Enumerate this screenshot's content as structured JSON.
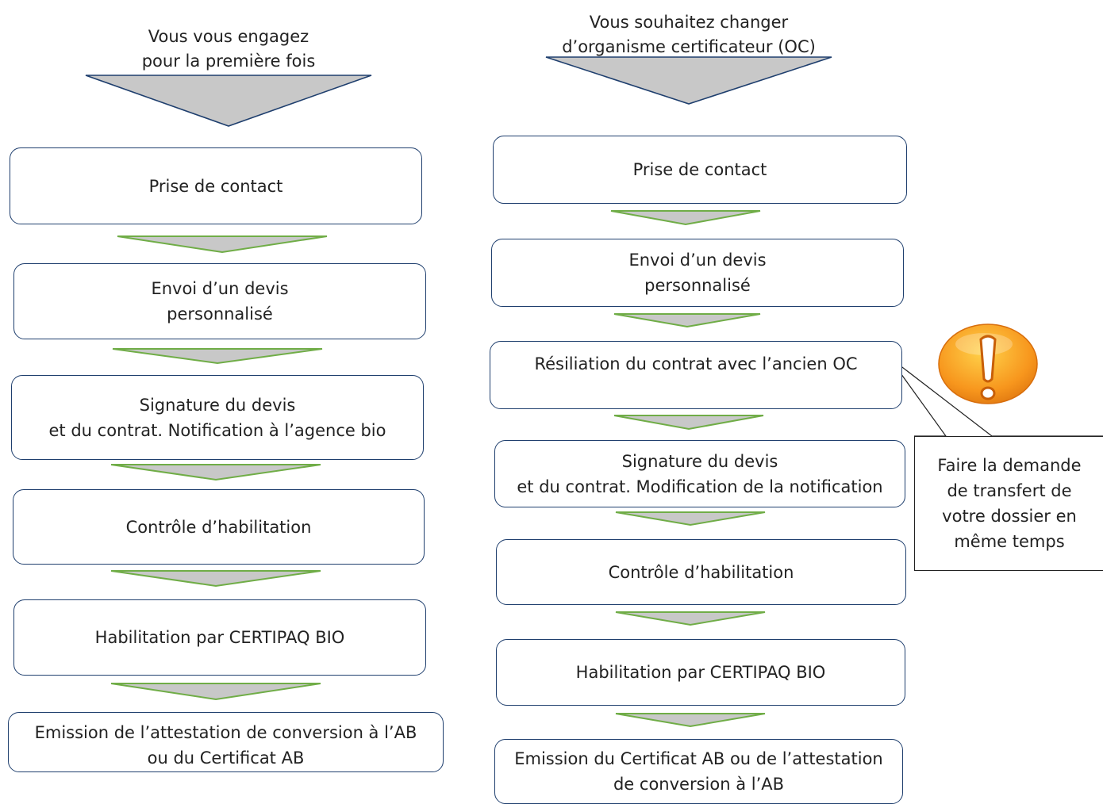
{
  "left_column": {
    "heading": "Vous vous engagez\npour la première fois",
    "steps": [
      "Prise de contact",
      "Envoi d’un devis\npersonnalisé",
      "Signature du devis\net du contrat. Notification à l’agence bio",
      "Contrôle d’habilitation",
      "Habilitation par CERTIPAQ BIO",
      "Emission de l’attestation de conversion à l’AB\nou du Certificat AB"
    ]
  },
  "right_column": {
    "heading": "Vous souhaitez changer\nd’organisme certificateur (OC)",
    "steps": [
      "Prise de contact",
      "Envoi d’un devis\npersonnalisé",
      "Résiliation du contrat avec l’ancien OC",
      "Signature du devis\net du contrat. Modification de la notification",
      "Contrôle d’habilitation",
      "Habilitation par CERTIPAQ BIO",
      "Emission du Certificat AB ou de l’attestation\nde conversion à l’AB"
    ]
  },
  "callout": {
    "text": "Faire la demande\nde transfert de\nvotre dossier en\nmême temps"
  },
  "colors": {
    "box_border": "#1f3f6e",
    "arrow_fill": "#c8c8c8",
    "arrow_border_green": "#70ad47",
    "header_arrow_border": "#1f3f6e",
    "warning_orange": "#f7961d",
    "warning_yellow": "#ffd24a"
  },
  "icons": {
    "warning": "exclamation-warning-icon"
  }
}
